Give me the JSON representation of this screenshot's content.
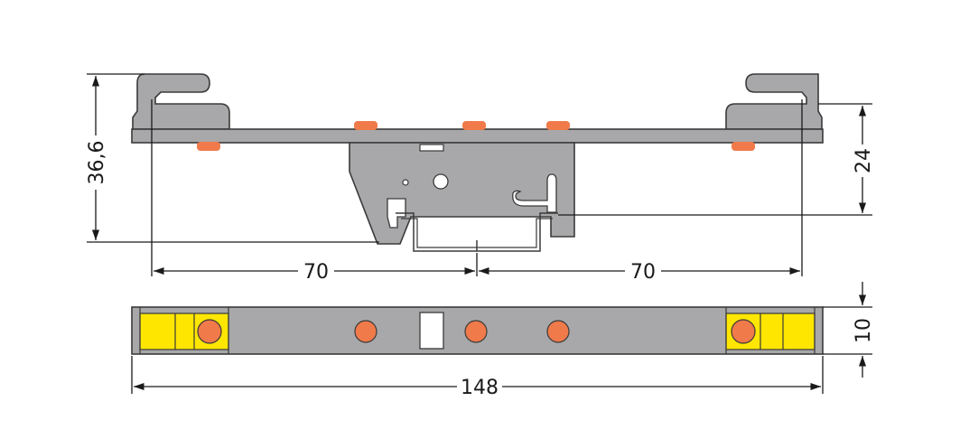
{
  "dimensions": {
    "left_span": "70",
    "right_span": "70",
    "total_width": "148",
    "total_height": "36,6",
    "right_height": "24",
    "bottom_height": "10"
  },
  "colors": {
    "body_gray": "#a8a8aa",
    "outline": "#3a3a3a",
    "orange": "#f07a4a",
    "yellow": "#ffe600",
    "rail_white": "#ffffff",
    "line": "#1a1a1a"
  }
}
